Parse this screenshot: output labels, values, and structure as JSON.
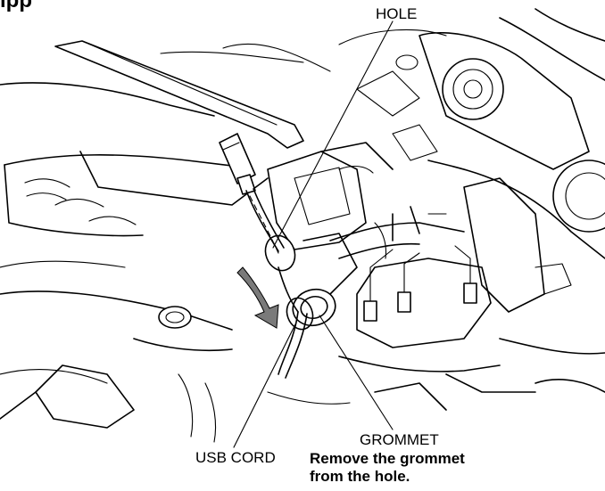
{
  "header_fragment": "ipp",
  "labels": {
    "hole": "HOLE",
    "usb_cord": "USB CORD",
    "grommet": "GROMMET",
    "instruction_line1": "Remove the grommet",
    "instruction_line2": "from the hole."
  },
  "colors": {
    "line": "#000000",
    "background": "#ffffff",
    "arrow_fill": "#7a7a7a"
  }
}
